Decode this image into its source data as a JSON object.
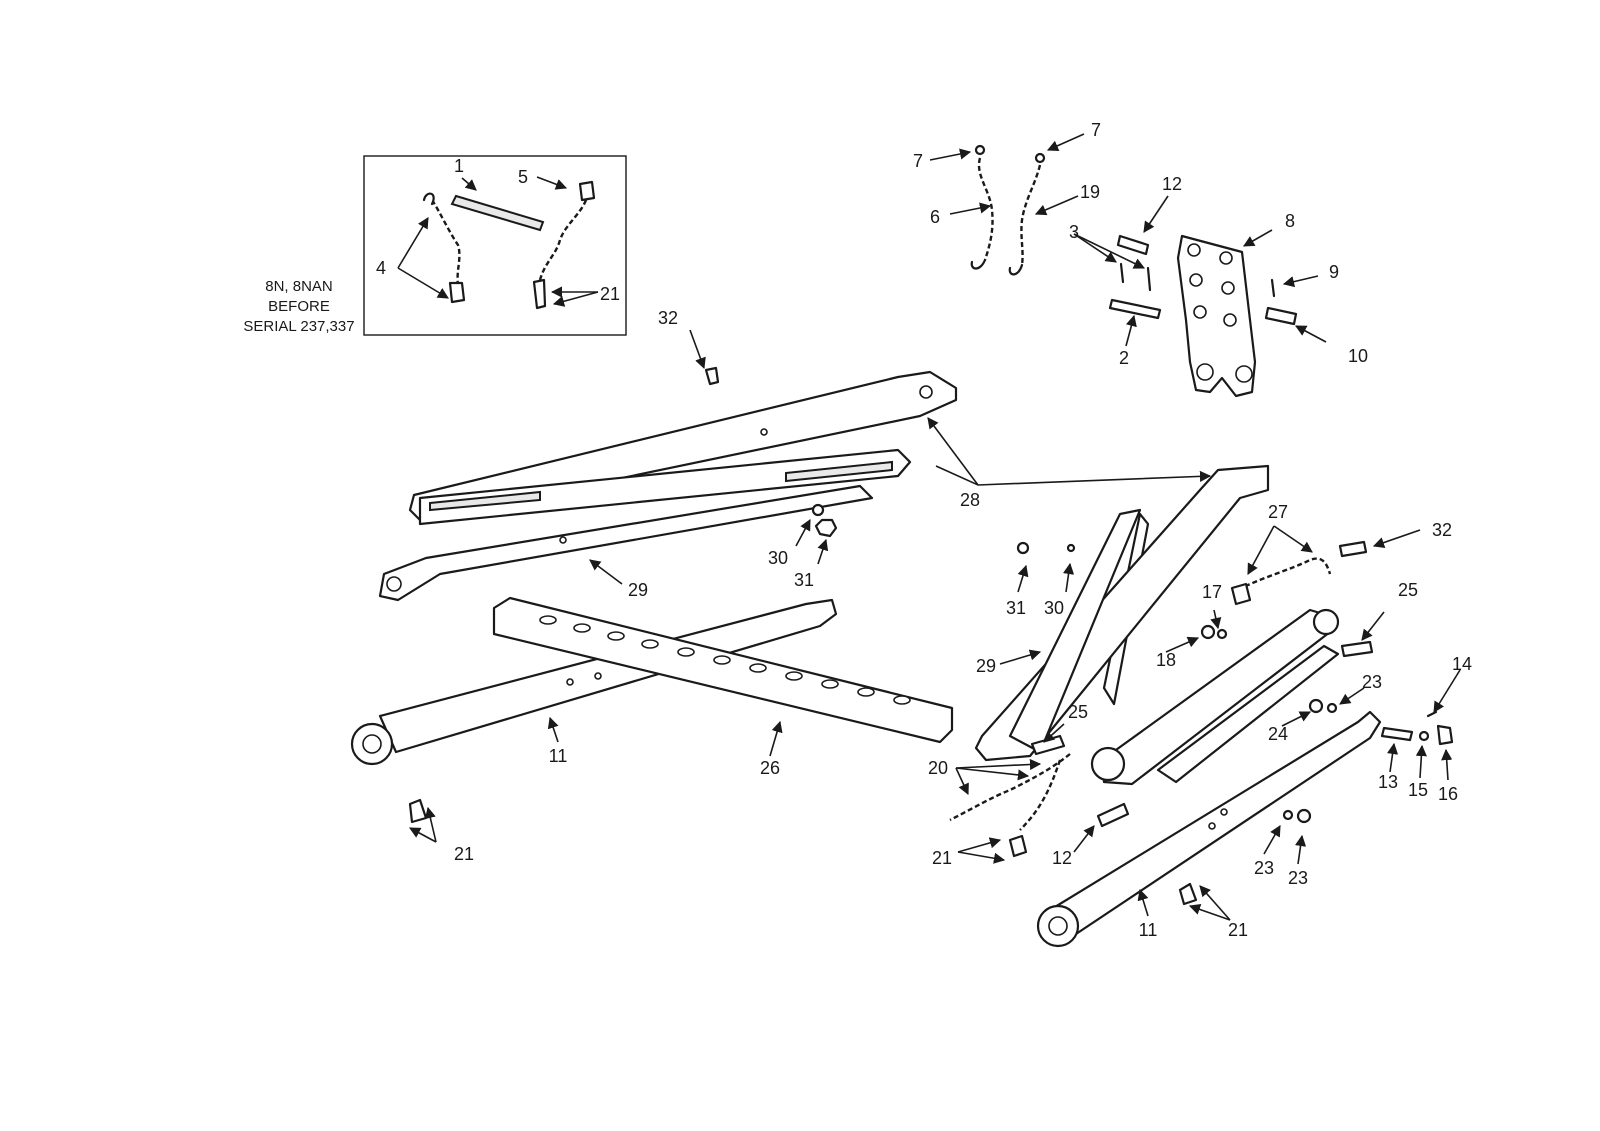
{
  "inset_note": [
    "8N, 8NAN",
    "BEFORE",
    "SERIAL 237,337"
  ],
  "callouts": [
    "1",
    "2",
    "3",
    "4",
    "5",
    "6",
    "7",
    "7",
    "8",
    "9",
    "10",
    "11",
    "11",
    "12",
    "12",
    "13",
    "14",
    "15",
    "16",
    "17",
    "18",
    "19",
    "20",
    "21",
    "21",
    "21",
    "21",
    "23",
    "23",
    "23",
    "24",
    "25",
    "25",
    "26",
    "27",
    "28",
    "29",
    "29",
    "30",
    "30",
    "31",
    "31",
    "32",
    "32"
  ],
  "colors": {
    "line": "#1a1a1a",
    "background": "#ffffff",
    "shade": "#e9e9e9"
  }
}
